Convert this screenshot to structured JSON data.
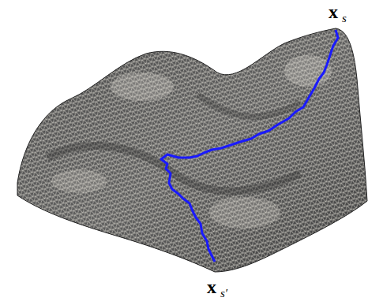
{
  "diagram": {
    "labels": [
      "x",
      "s",
      "x",
      "s′"
    ]
  }
}
